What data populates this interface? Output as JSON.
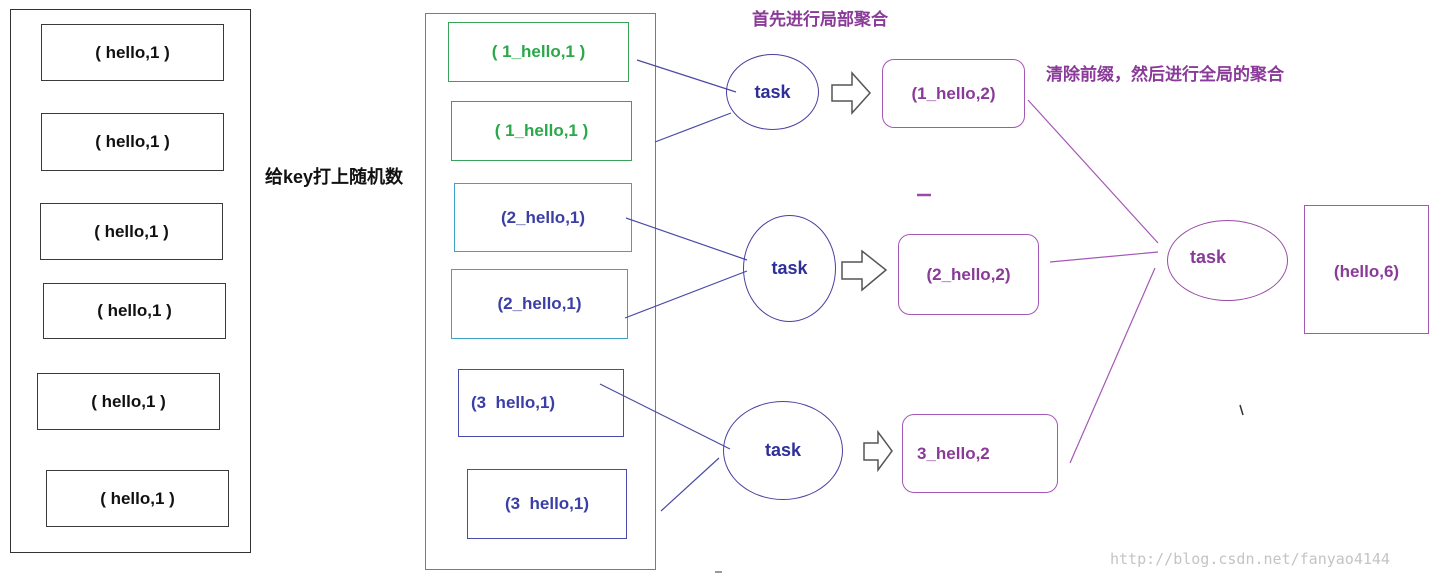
{
  "input": {
    "items": [
      "( hello,1 )",
      "( hello,1 )",
      "( hello,1 )",
      "( hello,1 )",
      "( hello,1 )",
      "( hello,1 )"
    ]
  },
  "labels": {
    "add_random": "给key打上随机数",
    "local_agg": "首先进行局部聚合",
    "global_agg": "清除前缀，然后进行全局的聚合"
  },
  "prefixed": {
    "items": [
      "( 1_hello,1 )",
      "( 1_hello,1 )",
      "(2_hello,1)",
      "(2_hello,1)",
      "(3  hello,1)",
      "(3  hello,1)"
    ]
  },
  "tasks": {
    "local": [
      "task",
      "task",
      "task"
    ],
    "global": "task"
  },
  "local_results": [
    "(1_hello,2)",
    "(2_hello,2)",
    "3_hello,2"
  ],
  "final_result": "(hello,6)",
  "watermark": "http://blog.csdn.net/fanyao4144",
  "colors": {
    "green": "#2aa84a",
    "navy": "#3b3fa5",
    "purple": "#8a3a98"
  }
}
